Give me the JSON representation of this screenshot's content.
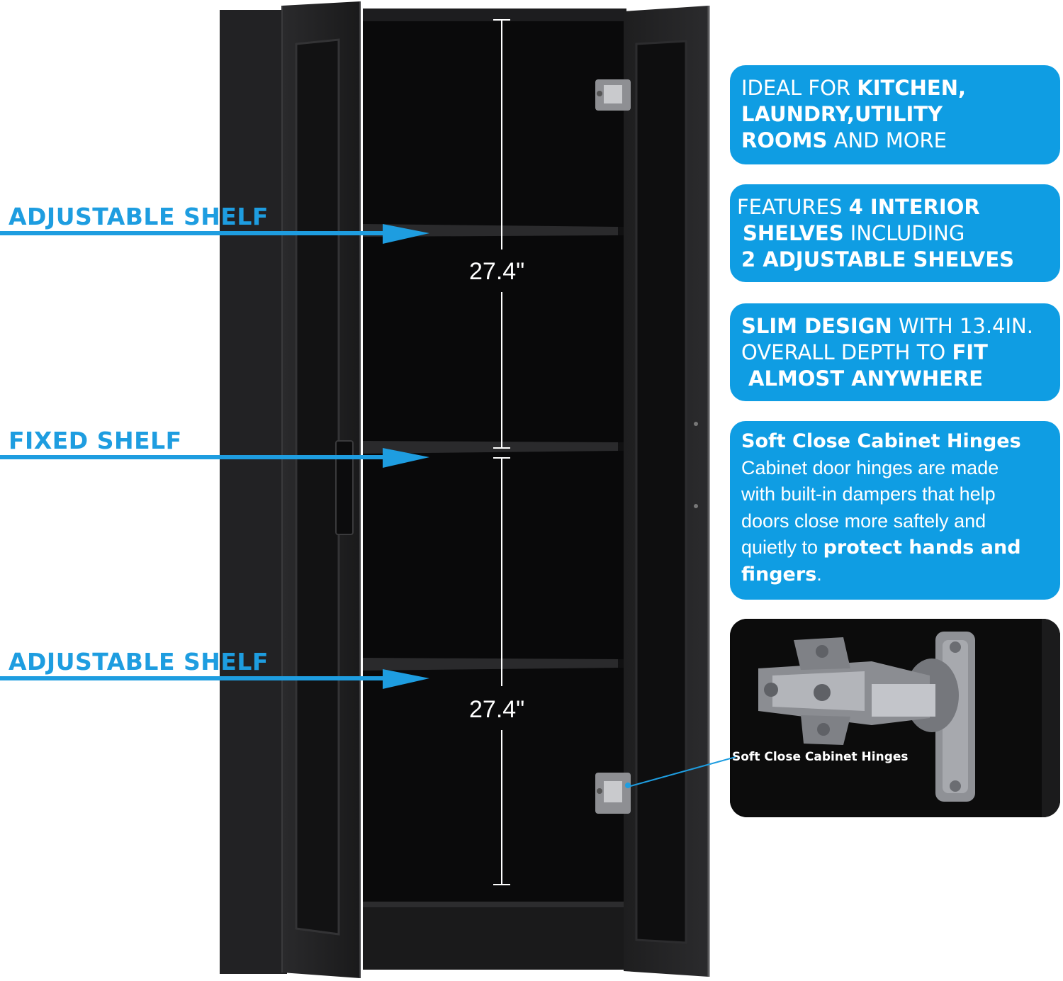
{
  "labels": {
    "shelf_top": "ADJUSTABLE SHELF",
    "shelf_middle": "FIXED SHELF",
    "shelf_bottom": "ADJUSTABLE SHELF"
  },
  "measurements": {
    "upper": "27.4\"",
    "lower": "27.4\""
  },
  "cards": {
    "ideal": {
      "l1_a": "IDEAL FOR ",
      "l1_b": "KITCHEN,",
      "l2_b": "LAUNDRY,UTILITY",
      "l3_b": "ROOMS",
      "l3_a": " AND MORE"
    },
    "features": {
      "l1_a": "FEATURES ",
      "l1_b": "4 INTERIOR",
      "l2_b": "SHELVES",
      "l2_a": " INCLUDING",
      "l3_b": "2 ADJUSTABLE SHELVES"
    },
    "slim": {
      "l1_b": "SLIM DESIGN",
      "l1_a": " WITH 13.4IN.",
      "l2_a": "OVERALL DEPTH TO ",
      "l2_b": "FIT",
      "l3_b": "ALMOST ANYWHERE"
    },
    "hinges": {
      "title": "Soft Close Cabinet Hinges",
      "l1": "Cabinet door hinges are made",
      "l2": "with built-in dampers that help",
      "l3": "doors close more saftely and",
      "l4_a": "quietly to ",
      "l4_b": "protect hands and",
      "l5_b": "fingers",
      "l5_a": "."
    }
  },
  "hinge_photo": {
    "caption": "Soft Close Cabinet Hinges"
  },
  "colors": {
    "accent_blue": "#0f9de3",
    "label_blue": "#1e9de0",
    "cabinet": "#1c1c1e"
  }
}
